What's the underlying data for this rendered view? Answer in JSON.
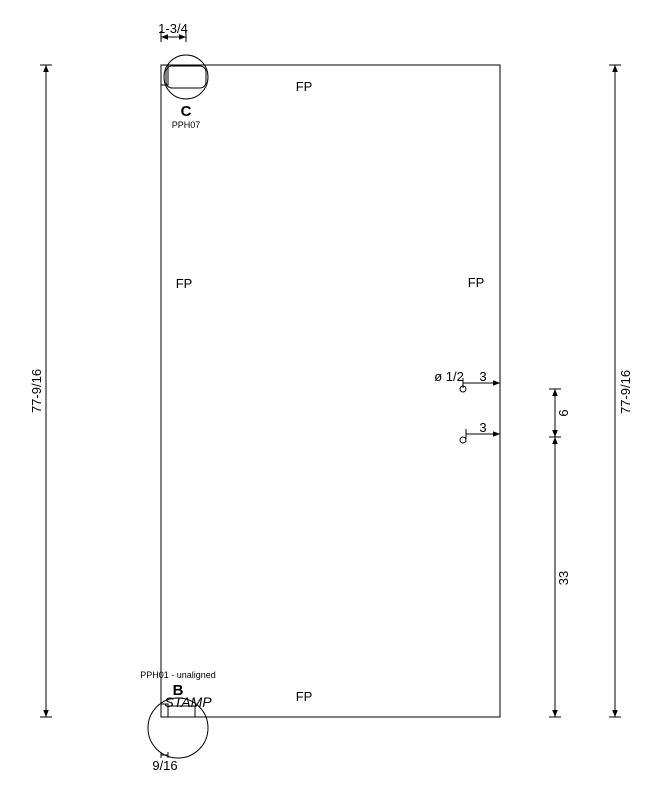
{
  "drawing": {
    "dimensions": {
      "top_width": "1-3/4",
      "left_height": "77-9/16",
      "right_height": "77-9/16",
      "hole_dia": "ø 1/2",
      "hole1_offset": "3",
      "hole2_offset": "3",
      "hole_spacing": "6",
      "bottom_hole_height": "33",
      "bottom_offset": "9/16"
    },
    "labels": {
      "fp_top": "FP",
      "fp_left": "FP",
      "fp_right": "FP",
      "fp_bottom": "FP",
      "detail_c": "C",
      "detail_c_code": "PPH07",
      "detail_b": "B",
      "detail_b_code": "PPH01 - unaligned",
      "stamp": "STAMP"
    }
  }
}
